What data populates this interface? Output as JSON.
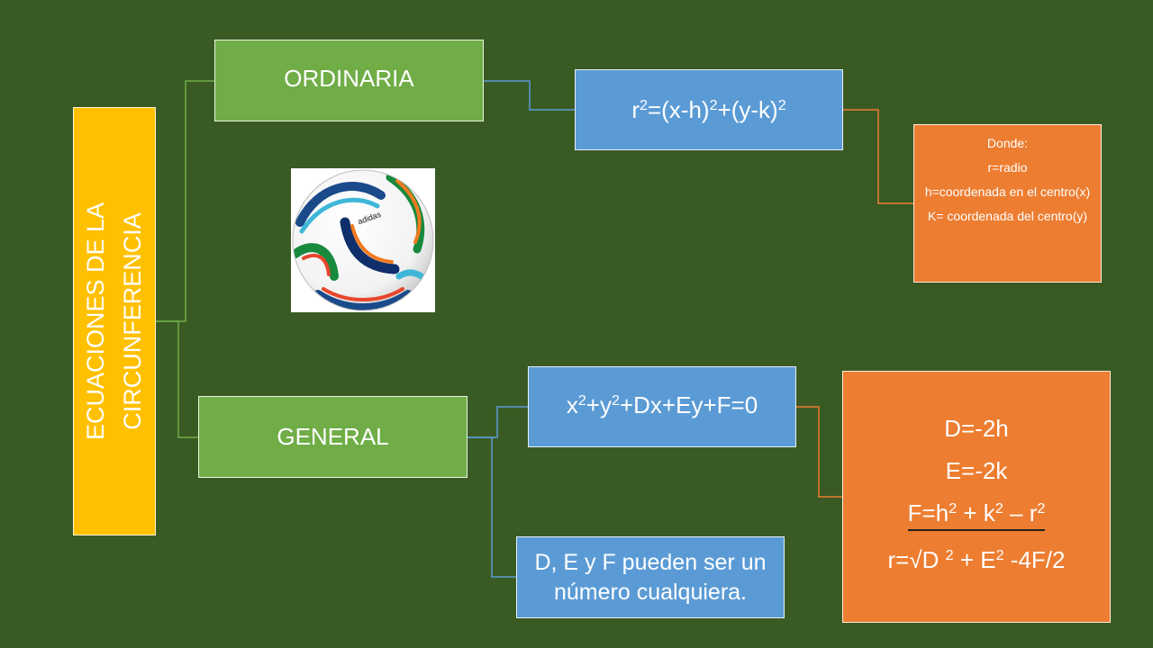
{
  "title": "ECUACIONES DE LA CIRCUNFERENCIA",
  "branches": {
    "ordinaria": {
      "label": "ORDINARIA",
      "equation": {
        "base1": "r",
        "exp1": "2",
        "mid1": "=(x-h)",
        "exp2": "2",
        "mid2": "+(y-k)",
        "exp3": "2"
      },
      "notes": {
        "heading": "Donde:",
        "lines": [
          "r=radio",
          "h=coordenada en el centro(x)",
          "K= coordenada del centro(y)"
        ]
      }
    },
    "general": {
      "label": "GENERAL",
      "equation": {
        "a": "x",
        "ea": "2",
        "b": "+y",
        "eb": "2",
        "c": "+Dx+Ey+F=0"
      },
      "note": "D, E y F pueden ser un número cualquiera.",
      "coefficients": {
        "d": "D=-2h",
        "e": "E=-2k",
        "f": {
          "a": "F=h",
          "ea": "2",
          "b": " + k",
          "eb": "2",
          "c": " – r",
          "ec": "2"
        },
        "r": {
          "a": "r=√D ",
          "ea": "2",
          "b": " + E",
          "eb": "2",
          "c": " -4F/2"
        }
      }
    }
  },
  "image": {
    "name": "soccer-ball",
    "brand_text": "adidas"
  },
  "colors": {
    "background": "#3a5a23",
    "yellow": "#ffc000",
    "green": "#70ad47",
    "blue": "#5b9bd5",
    "orange": "#ed7d31"
  }
}
